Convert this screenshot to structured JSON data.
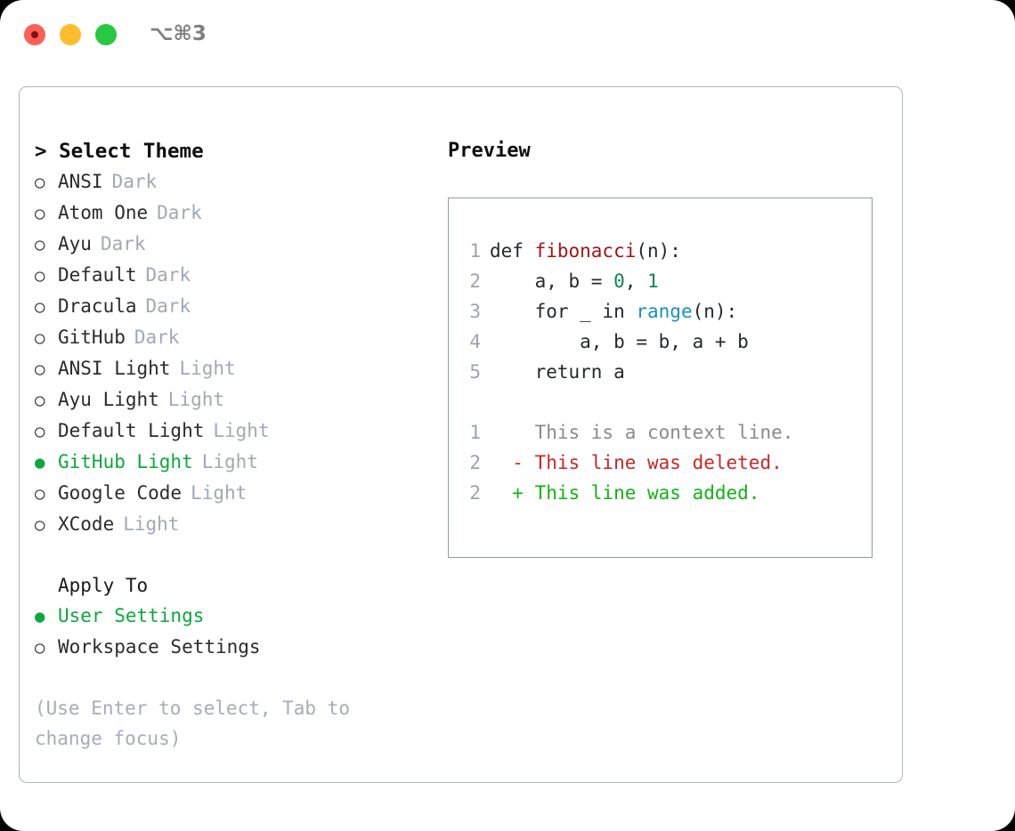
{
  "titlebar": {
    "shortcut": "⌥⌘3",
    "buttons": [
      {
        "name": "close",
        "color": "#ff5f57"
      },
      {
        "name": "minimize",
        "color": "#ffbd2e"
      },
      {
        "name": "maximize",
        "color": "#28c840"
      }
    ]
  },
  "theme_list": {
    "header": "> Select Theme",
    "bullet_selected": "●",
    "bullet_unselected": "○",
    "items": [
      {
        "label": "ANSI",
        "tag": "Dark",
        "selected": false
      },
      {
        "label": "Atom One",
        "tag": "Dark",
        "selected": false
      },
      {
        "label": "Ayu",
        "tag": "Dark",
        "selected": false
      },
      {
        "label": "Default",
        "tag": "Dark",
        "selected": false
      },
      {
        "label": "Dracula",
        "tag": "Dark",
        "selected": false
      },
      {
        "label": "GitHub",
        "tag": "Dark",
        "selected": false
      },
      {
        "label": "ANSI Light",
        "tag": "Light",
        "selected": false
      },
      {
        "label": "Ayu Light",
        "tag": "Light",
        "selected": false
      },
      {
        "label": "Default Light",
        "tag": "Light",
        "selected": false
      },
      {
        "label": "GitHub Light",
        "tag": "Light",
        "selected": true
      },
      {
        "label": "Google Code",
        "tag": "Light",
        "selected": false
      },
      {
        "label": "XCode",
        "tag": "Light",
        "selected": false
      }
    ]
  },
  "apply_to": {
    "header": "Apply To",
    "options": [
      {
        "label": "User Settings",
        "selected": true
      },
      {
        "label": "Workspace Settings",
        "selected": false
      }
    ]
  },
  "hint": "(Use Enter to select, Tab to\nchange focus)",
  "preview": {
    "title": "Preview",
    "code_lines": [
      {
        "no": "1",
        "tokens": [
          {
            "t": "def ",
            "c": "plain"
          },
          {
            "t": "fibonacci",
            "c": "fn"
          },
          {
            "t": "(n):",
            "c": "plain"
          }
        ]
      },
      {
        "no": "2",
        "tokens": [
          {
            "t": "    a, b = ",
            "c": "plain"
          },
          {
            "t": "0",
            "c": "num"
          },
          {
            "t": ", ",
            "c": "plain"
          },
          {
            "t": "1",
            "c": "num"
          }
        ]
      },
      {
        "no": "3",
        "tokens": [
          {
            "t": "    for _ in ",
            "c": "plain"
          },
          {
            "t": "range",
            "c": "call"
          },
          {
            "t": "(n):",
            "c": "plain"
          }
        ]
      },
      {
        "no": "4",
        "tokens": [
          {
            "t": "        a, b = b, a + b",
            "c": "plain"
          }
        ]
      },
      {
        "no": "5",
        "tokens": [
          {
            "t": "    return a",
            "c": "plain"
          }
        ]
      }
    ],
    "diff_lines": [
      {
        "no": "1",
        "marker": "  ",
        "text": "This is a context line.",
        "kind": "ctx"
      },
      {
        "no": "2",
        "marker": "- ",
        "text": "This line was deleted.",
        "kind": "del"
      },
      {
        "no": "2",
        "marker": "+ ",
        "text": "This line was added.",
        "kind": "add"
      }
    ]
  },
  "colors": {
    "accent_green": "#0ba83c",
    "tag_gray": "#9fa9b8",
    "hint_gray": "#a3adbb",
    "panel_border": "#aeb6c2",
    "preview_border": "#8e9bac",
    "diff_add": "#12b312",
    "diff_del": "#c62828",
    "syntax_function": "#a31515",
    "syntax_number": "#098658",
    "syntax_call": "#1a8fc7"
  }
}
